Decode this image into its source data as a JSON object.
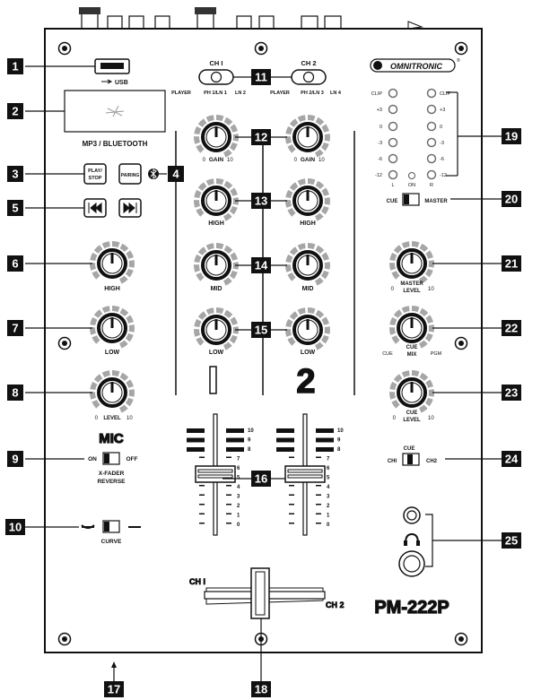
{
  "brand": "OMNITRONIC",
  "model": "PM-222P",
  "top_panel": {
    "usb_label": "USB",
    "mp3_label": "MP3 / BLUETOOTH",
    "play_stop": [
      "PLAY/",
      "STOP"
    ],
    "pairing": "PAIRING",
    "mic_label": "MIC",
    "on_label": "ON",
    "off_label": "OFF",
    "xfader_reverse": [
      "X-FADER",
      "REVERSE"
    ],
    "curve_label": "CURVE",
    "high_label": "HIGH",
    "mid_label": "MID",
    "low_label": "LOW",
    "level_label": "LEVEL",
    "gain_label": "GAIN",
    "knob_min": "0",
    "knob_max": "10",
    "ch1_select": {
      "title": "CH I",
      "left": "PLAYER",
      "center": "PH 1/LN 1",
      "right": "LN 2"
    },
    "ch2_select": {
      "title": "CH 2",
      "left": "PLAYER",
      "center": "PH 2/LN 3",
      "right": "LN 4"
    },
    "channel_1_number": "1",
    "channel_2_number": "2",
    "fader_scale": [
      "10",
      "9",
      "8",
      "7",
      "6",
      "5",
      "4",
      "3",
      "2",
      "1",
      "0"
    ],
    "crossfader_left": "CH I",
    "crossfader_right": "CH 2",
    "vu_left": [
      "CLIP",
      "+3",
      "0",
      "-3",
      "-6",
      "-12"
    ],
    "vu_right": [
      "CLIP",
      "+3",
      "0",
      "-3",
      "-6",
      "-12"
    ],
    "vu_bottom": [
      "L",
      "ON",
      "R"
    ],
    "cue_master": {
      "left": "CUE",
      "right": "MASTER"
    },
    "master_level": [
      "MASTER",
      "LEVEL"
    ],
    "cue_mix": [
      "CUE",
      "MIX"
    ],
    "cue_mix_left": "CUE",
    "cue_mix_right": "PGM",
    "cue_level": [
      "CUE",
      "LEVEL"
    ],
    "cue_switch": {
      "top": "CUE",
      "left": "CHI",
      "right": "CH2"
    }
  },
  "callouts": [
    "1",
    "2",
    "3",
    "4",
    "5",
    "6",
    "7",
    "8",
    "9",
    "10",
    "11",
    "12",
    "13",
    "14",
    "15",
    "16",
    "17",
    "18",
    "19",
    "20",
    "21",
    "22",
    "23",
    "24",
    "25"
  ],
  "colors": {
    "panel_line": "#111111",
    "callout_fill": "#111111",
    "knob_ring": "#a6a6a6",
    "led_ring": "#6e6e6e"
  }
}
